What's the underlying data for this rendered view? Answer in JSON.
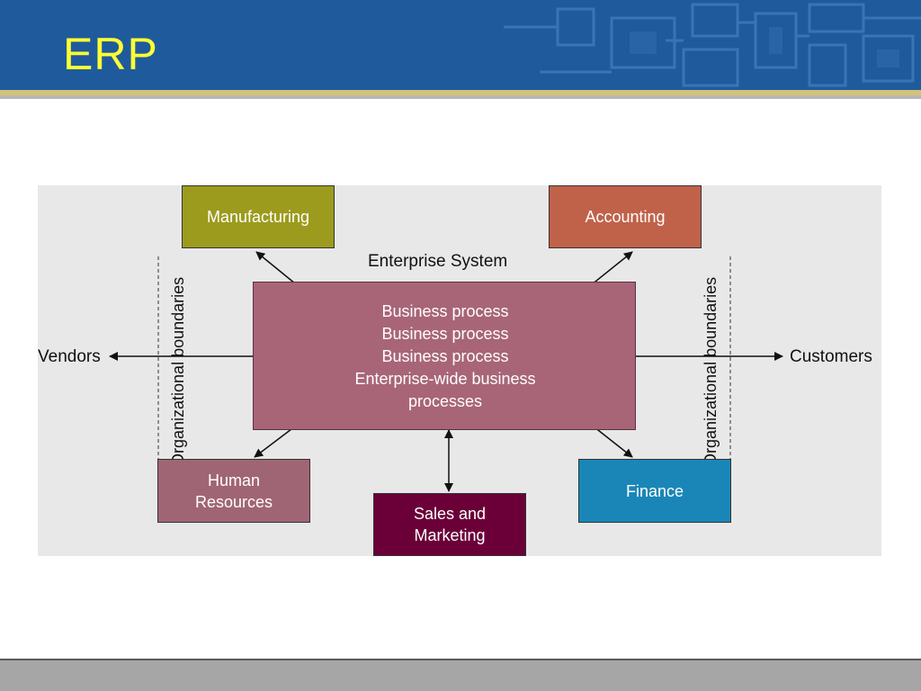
{
  "slide": {
    "title": "ERP"
  },
  "diagram": {
    "center_title": "Enterprise System",
    "processes": [
      "Business process",
      "Business process",
      "Business process"
    ],
    "enterprise_wide_line1": "Enterprise-wide business",
    "enterprise_wide_line2": "processes",
    "modules": {
      "manufacturing": "Manufacturing",
      "accounting": "Accounting",
      "hr_line1": "Human",
      "hr_line2": "Resources",
      "sales_line1": "Sales and",
      "sales_line2": "Marketing",
      "finance": "Finance"
    },
    "external": {
      "vendors": "Vendors",
      "customers": "Customers"
    },
    "boundary_label": "Organizational boundaries",
    "colors": {
      "header": "#1f5b9c",
      "title": "#ffff33",
      "manufacturing": "#9c9b1e",
      "accounting": "#c0624a",
      "human_resources": "#a06575",
      "sales_and_marketing": "#6b0038",
      "finance": "#1a86b8",
      "enterprise_system": "#a86578",
      "panel": "#e8e8e8"
    }
  }
}
